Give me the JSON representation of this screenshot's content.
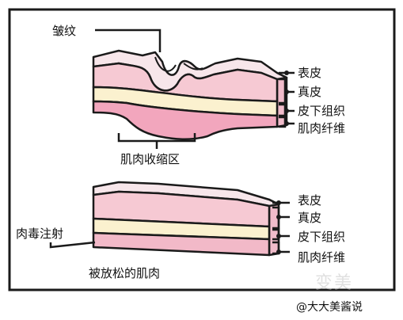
{
  "top_diagram": {
    "callout": "皱纹",
    "layers": [
      "表皮",
      "真皮",
      "皮下组织",
      "肌肉纤维"
    ],
    "region_label": "肌肉收缩区"
  },
  "bottom_diagram": {
    "callout": "肉毒注射",
    "layers": [
      "表皮",
      "真皮",
      "皮下组织",
      "肌肉纤维"
    ],
    "caption": "被放松的肌肉"
  },
  "watermark": "变美",
  "credit": "@大大美酱说",
  "colors": {
    "outline": "#1a1a1a",
    "epidermis": "#f7e6ea",
    "dermis": "#f6c9d3",
    "dermis_side": "#f1bccb",
    "subcutaneous": "#fbf1cf",
    "muscle": "#f2b9c8",
    "muscle_contracted": "#f2a6bd",
    "background": "#ffffff"
  }
}
